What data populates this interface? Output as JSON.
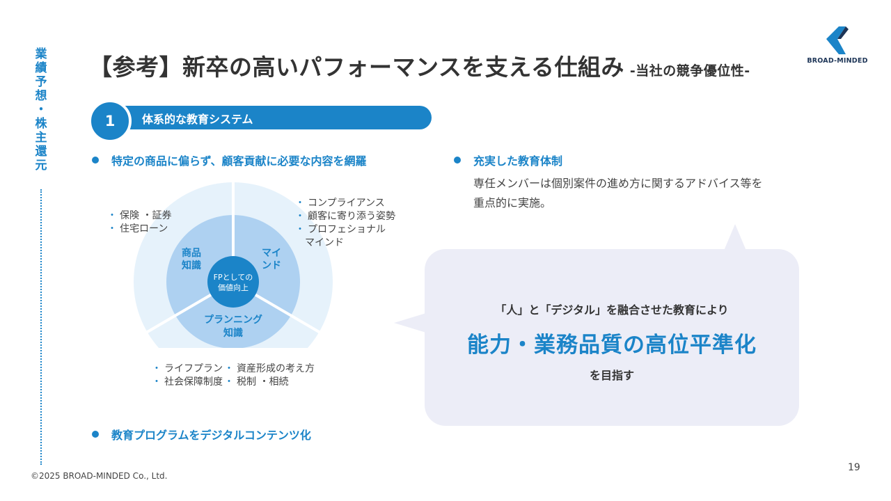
{
  "side_label": [
    "業",
    "績",
    "予",
    "想",
    "・",
    "株",
    "主",
    "還",
    "元"
  ],
  "title": "【参考】新卒の高いパフォーマンスを支える仕組み",
  "subtitle": "-当社の競争優位性-",
  "logo": {
    "text": "BROAD-MINDED"
  },
  "section": {
    "number": "1",
    "label": "体系的な教育システム"
  },
  "bullets": {
    "curriculum": "特定の商品に偏らず、顧客貢献に必要な内容を網羅",
    "support": "充実した教育体制",
    "digital": "教育プログラムをデジタルコンテンツ化"
  },
  "support_desc": [
    "専任メンバーは個別案件の進め方に関するアドバイス等を",
    "重点的に実施。"
  ],
  "wheel": {
    "center": [
      "FPとしての",
      "価値向上"
    ],
    "product": [
      "商品",
      "知識"
    ],
    "mind": [
      "マイ",
      "ンド"
    ],
    "planning": [
      "プランニング",
      "知識"
    ]
  },
  "notes": {
    "product": [
      "保険 ・証券",
      "住宅ローン"
    ],
    "mind": [
      "コンプライアンス",
      "顧客に寄り添う姿勢",
      "プロフェショナル",
      "マインド"
    ],
    "planning_row1": [
      "ライフプラン",
      "資産形成の考え方"
    ],
    "planning_row2": [
      "社会保障制度",
      "税制 ・相続"
    ]
  },
  "callout": {
    "line1": "「人」と「デジタル」を融合させた教育により",
    "headline": "能力・業務品質の高位平準化",
    "line3": "を目指す"
  },
  "footer": {
    "copyright": "©2025 BROAD-MINDED Co., Ltd.",
    "page": "19"
  },
  "colors": {
    "accent": "#1b84c8",
    "wheel_outer": "#e6f2fb",
    "wheel_inner": "#aed1f1",
    "wheel_center": "#1b84c8",
    "bubble": "#ecedf7"
  }
}
